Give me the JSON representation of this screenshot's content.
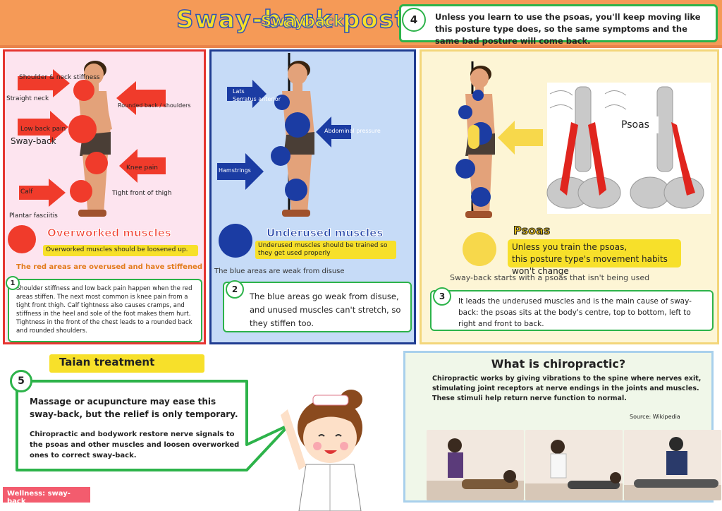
{
  "header": {
    "title": "Sway-back posture",
    "subtitle": "Swayback",
    "note4_number": "4",
    "note4_text": "Unless you learn to use the psoas, you'll keep moving like this posture type does, so the same symptoms and the same bad posture will come back."
  },
  "red_panel": {
    "labels": {
      "neck": "Shoulder & neck stiffness",
      "straight": "Straight neck",
      "round": "Rounded back / shoulders",
      "waist": "Low back pain",
      "sori": "Sway-back",
      "knee": "Knee pain",
      "calf": "Calf",
      "thigh": "Tight front of thigh",
      "plantar": "Plantar fasciitis"
    },
    "heading": "Overworked muscles",
    "yellow_note": "Overworked muscles should be loosened up.",
    "orange_text": "The red areas are overused and have stiffened",
    "box_number": "1",
    "box_text": "Shoulder stiffness and low back pain happen when the red areas stiffen. The next most common is knee pain from a tight front thigh. Calf tightness also causes cramps, and stiffness in the heel and sole of the foot makes them hurt. Tightness in the front of the chest leads to a rounded back and rounded shoulders."
  },
  "blue_panel": {
    "labels": {
      "lat": "Lats",
      "serratus": "Serratus anterior",
      "abs": "Abdominal pressure",
      "ham": "Hamstrings"
    },
    "heading": "Underused muscles",
    "yellow_note": "Underused muscles should be trained so they get used properly",
    "sub_text": "The blue areas are weak from disuse",
    "box_number": "2",
    "box_text": "The blue areas go weak from disuse, and unused muscles can't stretch, so they stiffen too."
  },
  "yellow_panel": {
    "muscle_label": "Psoas",
    "heading": "Psoas",
    "yellow_note_1": "Unless you train the psoas,",
    "yellow_note_2": "this posture type's movement habits won't change",
    "sub_text": "Sway-back starts with a psoas that isn't being used",
    "box_number": "3",
    "box_text": "It leads the underused muscles and is the main cause of sway-back: the psoas sits at the body's centre, top to bottom, left to right and front to back."
  },
  "bottom_left": {
    "heading": "Taian treatment",
    "box_number": "5",
    "text_1": "Massage or acupuncture may ease this sway-back, but the relief is only temporary.",
    "text_2": "Chiropractic and bodywork restore nerve signals to the psoas and other muscles and loosen overworked ones to correct sway-back.",
    "tag": "Wellness: sway-back"
  },
  "bottom_right": {
    "heading": "What is chiropractic?",
    "text": "Chiropractic works by giving vibrations to the spine where nerves exit, stimulating joint receptors at nerve endings in the joints and muscles. These stimuli help return nerve function to normal.",
    "source": "Source: Wikipedia"
  },
  "colors": {
    "red": "#f03b2b",
    "blue": "#1b3ca3",
    "yellow": "#f7d84b",
    "green": "#2db34a",
    "orange": "#f59a57"
  }
}
